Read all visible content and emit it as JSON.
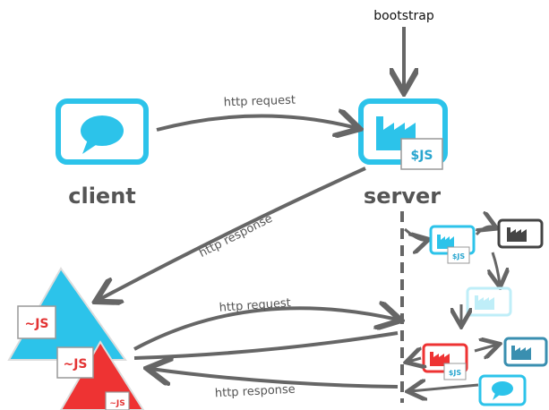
{
  "top_label": "bootstrap",
  "nodes": {
    "client": {
      "label": "client"
    },
    "server": {
      "label": "server",
      "badge": "$JS"
    }
  },
  "arrows": {
    "request_1": "http request",
    "response_1": "http response",
    "request_2": "http request",
    "response_2": "http response"
  },
  "triangle_badges": {
    "blue": "~JS",
    "red": "~JS",
    "small": "~JS"
  },
  "mini_badges": {
    "factory_1": "$JS",
    "factory_red": "$JS"
  },
  "colors": {
    "accent_blue": "#2cc3ea",
    "red": "#ee3333",
    "gray": "#555555",
    "light_blue": "#bfeef8",
    "dark_teal": "#3a8fb0",
    "badge_dollar": "#2aa6cf",
    "badge_tilde": "#e33333"
  }
}
